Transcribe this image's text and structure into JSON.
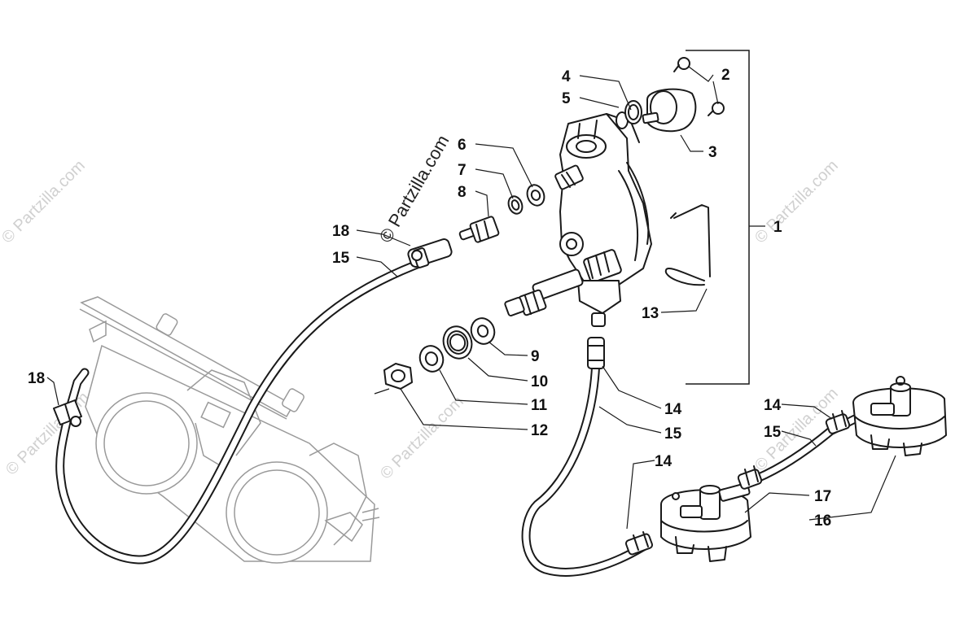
{
  "watermark": {
    "text": "© Partzilla.com",
    "color": "#d0d0d0"
  },
  "callouts": {
    "c1": "1",
    "c2": "2",
    "c3": "3",
    "c4": "4",
    "c5": "5",
    "c6": "6",
    "c7": "7",
    "c8": "8",
    "c9": "9",
    "c10": "10",
    "c11": "11",
    "c12": "12",
    "c13": "13",
    "c14a": "14",
    "c14b": "14",
    "c14c": "14",
    "c15a": "15",
    "c15b": "15",
    "c15c": "15",
    "c16": "16",
    "c17": "17",
    "c18a": "18",
    "c18b": "18"
  },
  "colors": {
    "line": "#1a1a1a",
    "ghost_part": "#9a9a9a",
    "background": "#ffffff"
  }
}
